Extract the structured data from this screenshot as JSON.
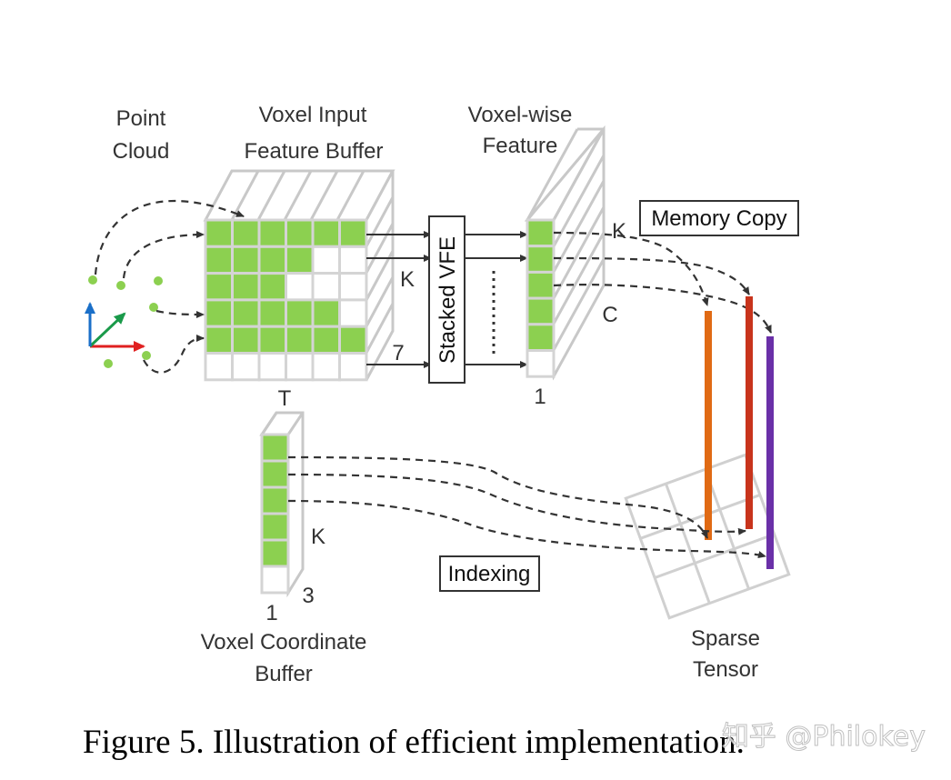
{
  "labels": {
    "point_cloud_1": "Point",
    "point_cloud_2": "Cloud",
    "voxel_input_1": "Voxel Input",
    "voxel_input_2": "Feature  Buffer",
    "voxel_wise_1": "Voxel-wise",
    "voxel_wise_2": "Feature",
    "memory_copy": "Memory Copy",
    "stacked_vfe": "Stacked VFE",
    "dim_k_input": "K",
    "dim_7": "7",
    "dim_t": "T",
    "dim_k_feature": "K",
    "dim_c": "C",
    "dim_1_feature": "1",
    "dim_k_coord": "K",
    "dim_3": "3",
    "dim_1_coord": "1",
    "indexing": "Indexing",
    "voxel_coord_1": "Voxel Coordinate",
    "voxel_coord_2": "Buffer",
    "sparse_1": "Sparse",
    "sparse_2": "Tensor"
  },
  "caption": "Figure 5. Illustration of efficient implementation.",
  "watermark": "知乎 @Philokey",
  "colors": {
    "voxel_green": "#8cd050",
    "grid_gray": "#d4d4d4",
    "axis_x": "#e02020",
    "axis_y": "#1a9a4a",
    "axis_z": "#1a6fc8",
    "bar_orange": "#e06a14",
    "bar_red": "#c8341c",
    "bar_purple": "#6a30a8"
  }
}
